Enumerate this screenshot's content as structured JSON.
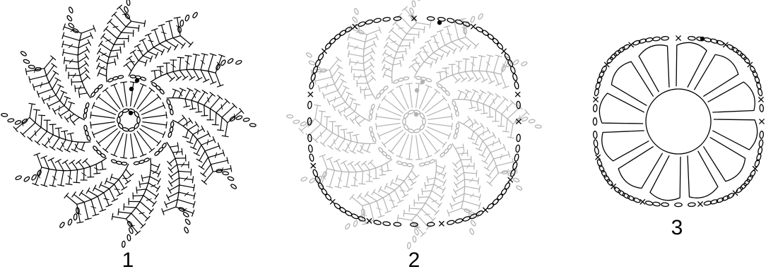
{
  "colors": {
    "ink": "#000000",
    "faded": "#b3b3b3",
    "background": "#ffffff"
  },
  "diagrams": [
    {
      "label": "1",
      "style": "full-stitch-chart",
      "motif_count": 12
    },
    {
      "label": "2",
      "style": "border-round-over-faded-chart",
      "motif_count": 12
    },
    {
      "label": "3",
      "style": "petal-outline-with-border",
      "motif_count": 12
    }
  ]
}
